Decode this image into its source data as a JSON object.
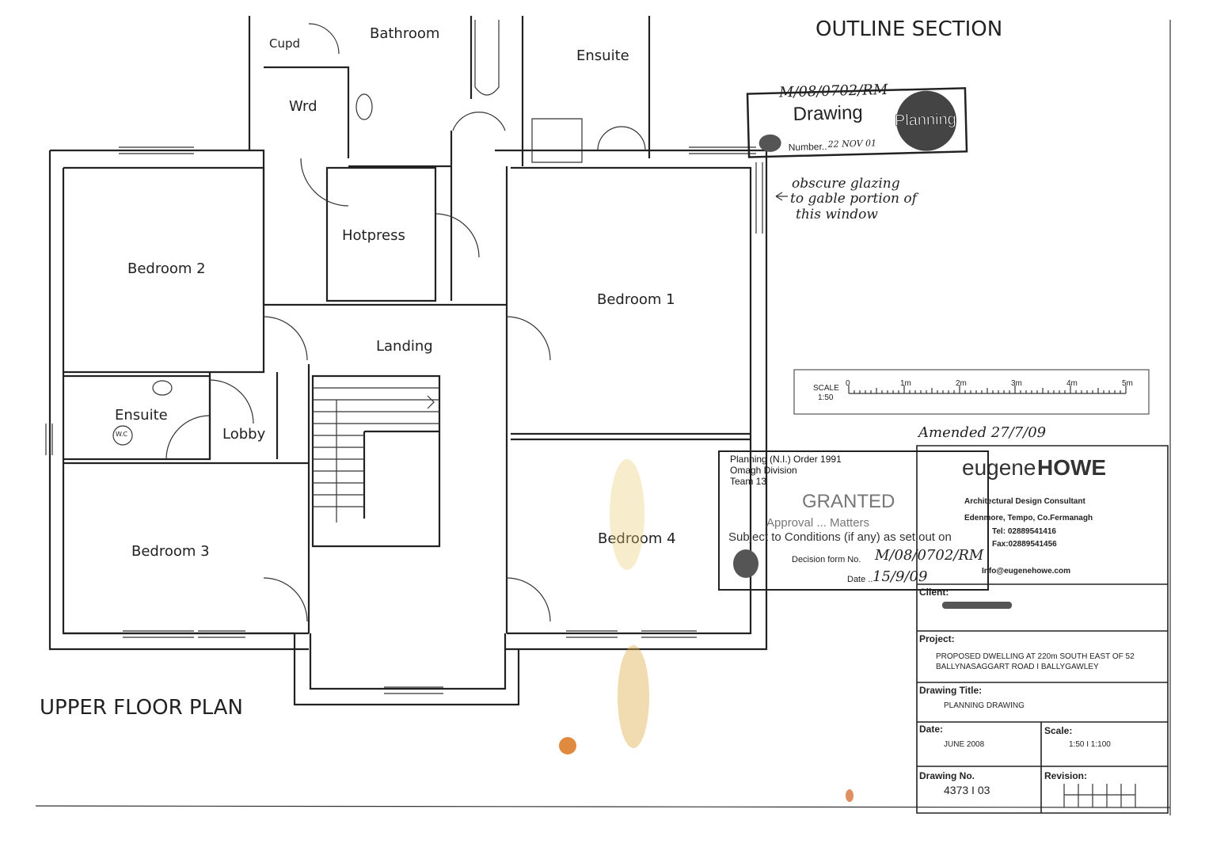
{
  "header": {
    "section_title": "OUTLINE SECTION"
  },
  "rooms": {
    "cupd": "Cupd",
    "bathroom": "Bathroom",
    "ensuite_top": "Ensuite",
    "wrd": "Wrd",
    "hotpress": "Hotpress",
    "bedroom2": "Bedroom 2",
    "bedroom1": "Bedroom 1",
    "landing": "Landing",
    "ensuite_left": "Ensuite",
    "wc": "W.C",
    "lobby": "Lobby",
    "bedroom3": "Bedroom 3",
    "bedroom4": "Bedroom 4"
  },
  "plan_title": "UPPER FLOOR PLAN",
  "drawing_stamp": {
    "ref_handwritten": "M/08/0702/RM",
    "title": "Drawing",
    "number_label": "Number..",
    "number_value": "22 NOV 01",
    "logo_text": "Planning"
  },
  "annotation": {
    "line1": "obscure glazing",
    "line2": "to gable portion of",
    "line3": "this window"
  },
  "scale_bar": {
    "label": "SCALE",
    "ratio": "1:50",
    "ticks": [
      "0",
      "1m",
      "2m",
      "3m",
      "4m",
      "5m"
    ]
  },
  "amended": "Amended 27/7/09",
  "granted_stamp": {
    "line1": "Planning (N.I.) Order 1991",
    "line2": "Omagh Division",
    "line3": "Team 13",
    "status": "GRANTED",
    "line4": "Approval ... Matters",
    "line5": "Subject to Conditions (if any) as set out on",
    "decision_label": "Decision form No.",
    "decision_value": "M/08/0702/RM",
    "date_label": "Date ..",
    "date_value": "15/9/09"
  },
  "title_block": {
    "company_a": "eugene",
    "company_b": "HOWE",
    "subtitle": "Architectural  Design  Consultant",
    "address": "Edenmore,  Tempo,  Co.Fermanagh",
    "tel": "Tel: 02889541416",
    "fax": "Fax:02889541456",
    "email": "Info@eugenehowe.com",
    "client_label": "Client:",
    "project_label": "Project:",
    "project_line1": "PROPOSED DWELLING AT 220m SOUTH EAST OF 52",
    "project_line2": "BALLYNASAGGART ROAD  I  BALLYGAWLEY",
    "drawing_title_label": "Drawing Title:",
    "drawing_title": "PLANNING DRAWING",
    "date_label": "Date:",
    "date": "JUNE 2008",
    "scale_label": "Scale:",
    "scale": "1:50  I  1:100",
    "drawing_no_label": "Drawing No.",
    "drawing_no": "4373  I  03",
    "revision_label": "Revision:"
  }
}
